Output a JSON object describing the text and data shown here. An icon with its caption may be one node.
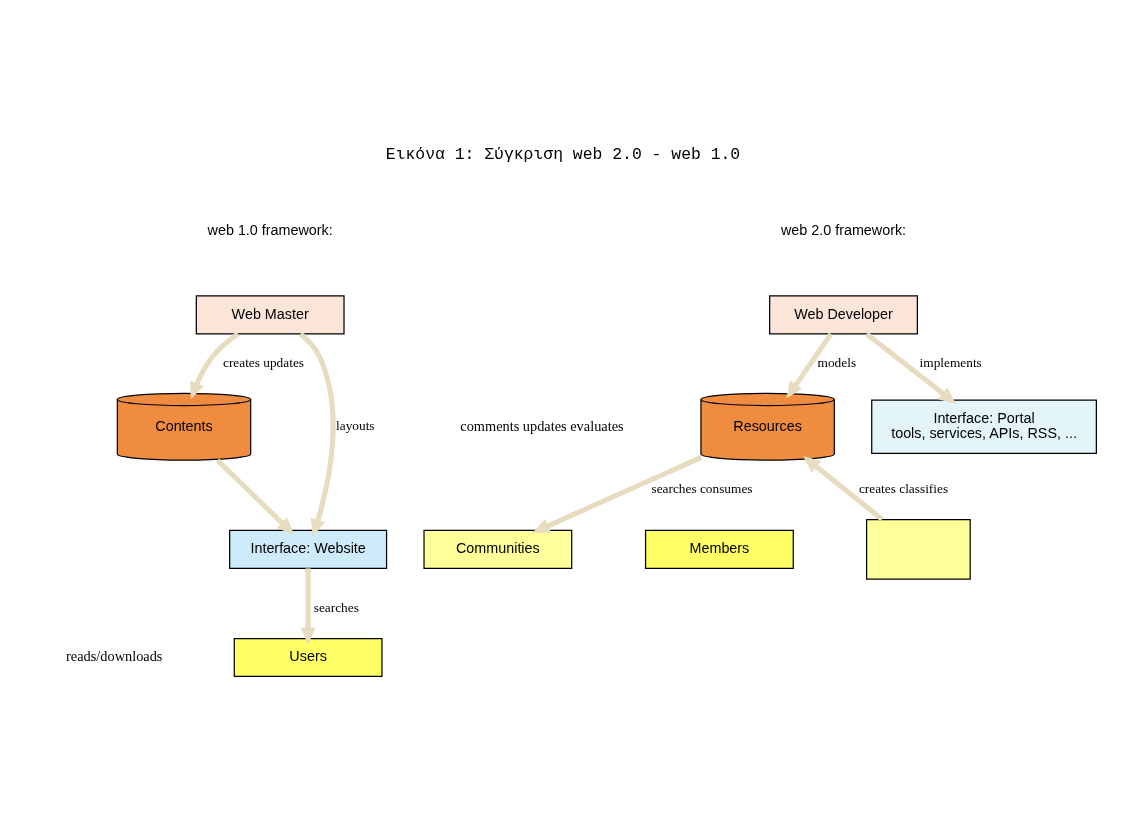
{
  "diagram": {
    "title": "Εικόνα 1: Σύγκριση web 2.0 - web 1.0",
    "nodes": [
      {
        "text": [
          "Web Master"
        ]
      },
      {
        "text": [
          "Contents"
        ]
      },
      {
        "text": [
          "Interface: Website"
        ]
      },
      {
        "text": [
          "Users"
        ]
      },
      {
        "text": [
          "Web Developer"
        ]
      },
      {
        "text": [
          "Resources"
        ]
      },
      {
        "text": [
          "Interface: Portal",
          "tools, services, APIs, RSS, ..."
        ]
      },
      {
        "text": [
          "Communities"
        ]
      },
      {
        "text": [
          "Members"
        ]
      },
      {
        "text": [],
        "shape": "box"
      }
    ],
    "edges": [
      {
        "from": 0,
        "to": 2,
        "arrow": "to",
        "label": "layouts"
      },
      {
        "from": 0,
        "to": 1,
        "arrow": "to",
        "label": "creates updates"
      },
      {
        "from": 1,
        "to": 2,
        "arrow": "to"
      },
      {
        "from": 2,
        "to": 3,
        "arrow": "to",
        "label": "searches"
      },
      {
        "from": 4,
        "to": 5,
        "arrow": "to",
        "label": "models"
      },
      {
        "from": 4,
        "to": 6,
        "arrow": "to",
        "label": "implements"
      },
      {
        "from": 5,
        "to": 7,
        "arrow": "to",
        "label": "searches consumes"
      },
      {
        "from": 9,
        "to": 5,
        "arrow": "to",
        "label": "creates classifies"
      }
    ],
    "labels": [
      "web 1.0 framework:",
      "web 2.0 framework:",
      "reads/downloads",
      "comments updates evaluates"
    ]
  }
}
